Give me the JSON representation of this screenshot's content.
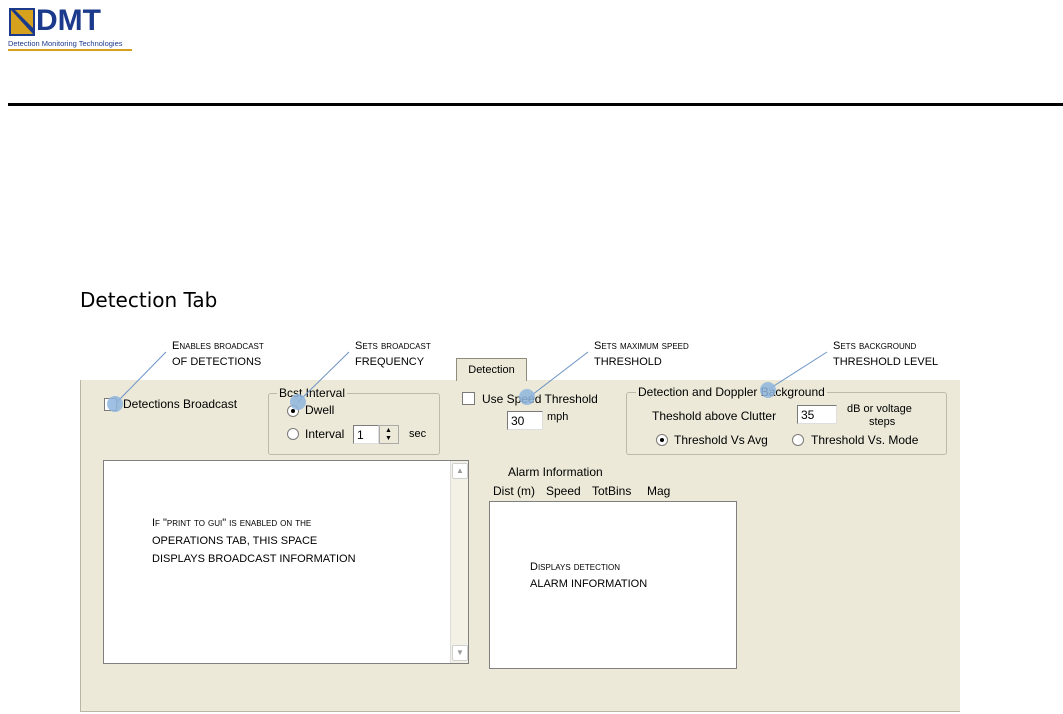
{
  "logo": {
    "wordmark": "DMT",
    "tagline": "Detection Monitoring Technologies",
    "brand_color": "#1b3a8c",
    "accent_color": "#d6a21e"
  },
  "section_title": "Detection Tab",
  "callouts": [
    {
      "line1": "Enables broadcast",
      "line2": "of detections"
    },
    {
      "line1": "Sets broadcast",
      "line2": "frequency"
    },
    {
      "line1": "Sets maximum speed",
      "line2": "threshold"
    },
    {
      "line1": "Sets background",
      "line2": "threshold level"
    }
  ],
  "tab_label": "Detection",
  "detections_broadcast": {
    "label": "Detections Broadcast",
    "checked": false
  },
  "bcst_interval": {
    "legend": "Bcst Interval",
    "dwell_label": "Dwell",
    "interval_label": "Interval",
    "interval_value": "1",
    "unit": "sec",
    "selected": "Dwell"
  },
  "speed_threshold": {
    "label": "Use Speed Threshold",
    "checked": false,
    "value": "30",
    "unit": "mph"
  },
  "doppler": {
    "legend": "Detection and Doppler Background",
    "threshold_label": "Theshold above Clutter",
    "threshold_value": "35",
    "unit_line1": "dB or voltage",
    "unit_line2": "steps",
    "option_avg": "Threshold Vs Avg",
    "option_mode": "Threshold Vs. Mode",
    "selected": "Threshold Vs Avg"
  },
  "broadcast_note": {
    "line1": "If \"print to gui\" is enabled on the",
    "line2": "operations tab, this space",
    "line3": "displays broadcast information"
  },
  "alarm": {
    "title": "Alarm Information",
    "columns": [
      "Dist (m)",
      "Speed",
      "TotBins",
      "Mag"
    ],
    "note_line1": "Displays detection",
    "note_line2": "alarm information"
  },
  "colors": {
    "panel": "#ece9d8",
    "marker": "#8fb5de"
  }
}
